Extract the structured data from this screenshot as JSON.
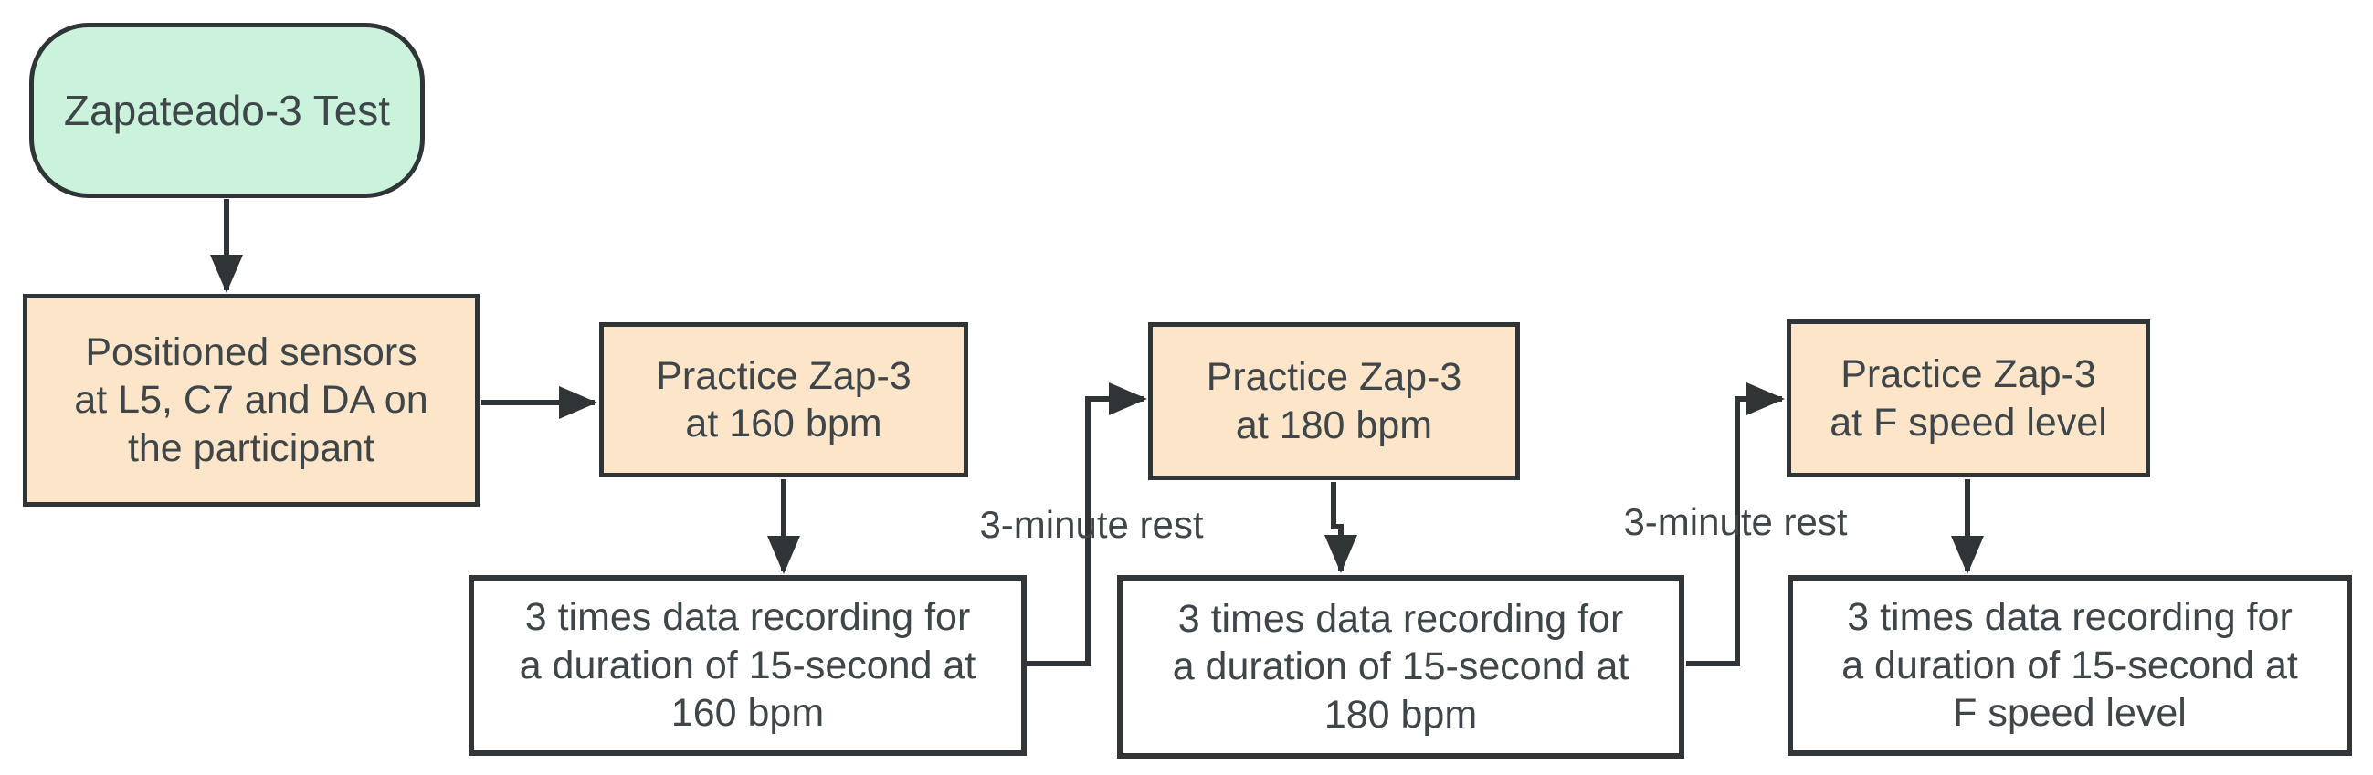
{
  "diagram": {
    "nodes": {
      "start": {
        "label": "Zapateado-3 Test",
        "shape": "rounded",
        "fill": "#cbf3dc"
      },
      "setup": {
        "label": "Positioned sensors\nat L5, C7 and DA on\nthe participant",
        "shape": "rect",
        "fill": "#fce5c8"
      },
      "practice_160": {
        "label": "Practice Zap-3\nat 160 bpm",
        "shape": "rect",
        "fill": "#fce5c8"
      },
      "record_160": {
        "label": "3 times data recording for\na duration of 15-second at\n160 bpm",
        "shape": "rect",
        "fill": "#ffffff"
      },
      "practice_180": {
        "label": "Practice Zap-3\nat 180 bpm",
        "shape": "rect",
        "fill": "#fce5c8"
      },
      "record_180": {
        "label": "3 times data recording for\na duration of 15-second at\n180 bpm",
        "shape": "rect",
        "fill": "#ffffff"
      },
      "practice_f": {
        "label": "Practice Zap-3\nat F speed level",
        "shape": "rect",
        "fill": "#fce5c8"
      },
      "record_f": {
        "label": "3 times data recording for\na duration of 15-second at\nF speed level",
        "shape": "rect",
        "fill": "#ffffff"
      }
    },
    "edge_labels": {
      "rest_1": "3-minute rest",
      "rest_2": "3-minute rest"
    },
    "colors": {
      "border": "#2f3437",
      "connector": "#2f3437",
      "text": "#3f4649",
      "start_fill": "#cbf3dc",
      "process_fill": "#fce5c8",
      "record_fill": "#ffffff"
    }
  }
}
